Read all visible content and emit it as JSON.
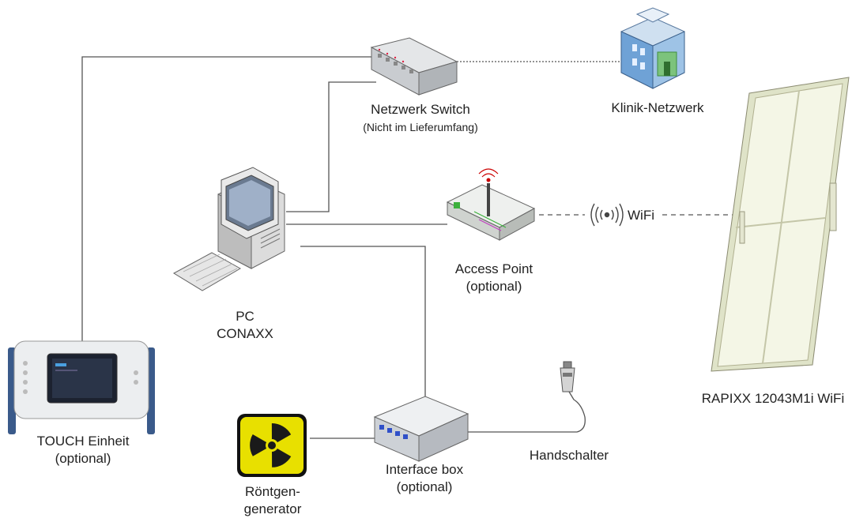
{
  "nodes": {
    "switch": {
      "title": "Netzwerk Switch",
      "note": "(Nicht im Lieferumfang)",
      "icon": "network-switch-icon"
    },
    "clinic": {
      "title": "Klinik-Netzwerk",
      "icon": "clinic-building-icon"
    },
    "pc": {
      "line1": "PC",
      "line2": "CONAXX",
      "icon": "pc-icon"
    },
    "access_point": {
      "line1": "Access Point",
      "line2": "(optional)",
      "icon": "access-point-icon"
    },
    "wifi": {
      "label": "WiFi",
      "icon": "wifi-signal-icon"
    },
    "detector": {
      "title": "RAPIXX 12043M1i WiFi",
      "icon": "flat-panel-detector-icon"
    },
    "touch": {
      "line1": "TOUCH Einheit",
      "line2": "(optional)",
      "icon": "touch-unit-icon"
    },
    "interface_box": {
      "line1": "Interface box",
      "line2": "(optional)",
      "icon": "interface-box-icon"
    },
    "hand_switch": {
      "title": "Handschalter",
      "icon": "hand-switch-icon"
    },
    "xray_generator": {
      "line1": "Röntgen-",
      "line2": "generator",
      "icon": "radiation-icon"
    }
  },
  "colors": {
    "line": "#555555",
    "radiation_yellow": "#e8e000",
    "radiation_black": "#1a1a1a",
    "touch_frame": "#3a5a8a",
    "detector_fill": "#f4f6e6"
  }
}
